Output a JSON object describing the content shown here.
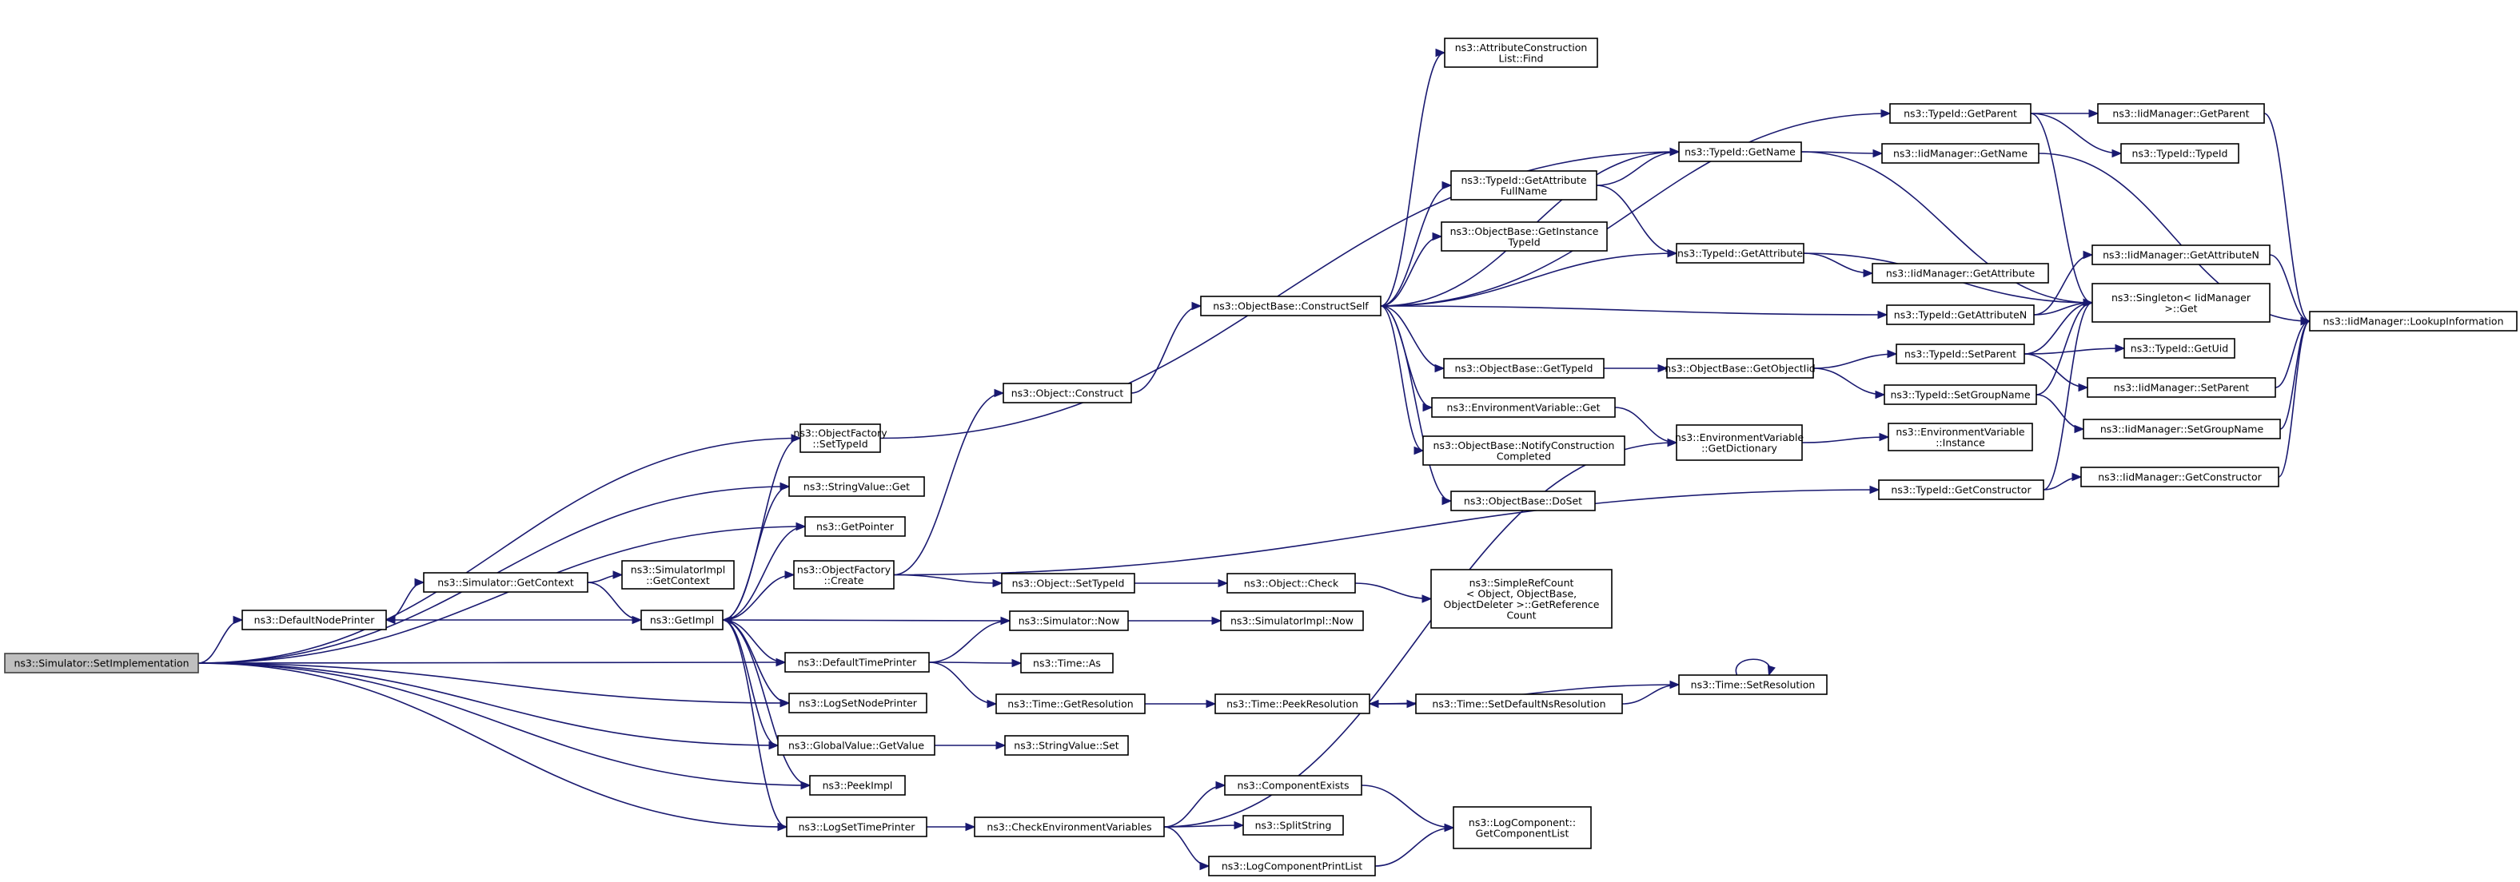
{
  "graph": {
    "edge_color": "#191970",
    "root_fill": "#bfbfbf",
    "nodes": [
      {
        "id": "set_impl",
        "lines": [
          "ns3::Simulator::SetImplementation"
        ],
        "root": true
      },
      {
        "id": "default_node_printer",
        "lines": [
          "ns3::DefaultNodePrinter"
        ]
      },
      {
        "id": "sim_getcontext",
        "lines": [
          "ns3::Simulator::GetContext"
        ]
      },
      {
        "id": "simimpl_getcontext",
        "lines": [
          "ns3::SimulatorImpl",
          "::GetContext"
        ]
      },
      {
        "id": "getimpl",
        "lines": [
          "ns3::GetImpl"
        ]
      },
      {
        "id": "of_settypeid",
        "lines": [
          "ns3::ObjectFactory",
          "::SetTypeId"
        ]
      },
      {
        "id": "stringvalue_get",
        "lines": [
          "ns3::StringValue::Get"
        ]
      },
      {
        "id": "getpointer",
        "lines": [
          "ns3::GetPointer"
        ]
      },
      {
        "id": "of_create",
        "lines": [
          "ns3::ObjectFactory",
          "::Create"
        ]
      },
      {
        "id": "default_time_printer",
        "lines": [
          "ns3::DefaultTimePrinter"
        ]
      },
      {
        "id": "log_set_node_printer",
        "lines": [
          "ns3::LogSetNodePrinter"
        ]
      },
      {
        "id": "globalvalue_getvalue",
        "lines": [
          "ns3::GlobalValue::GetValue"
        ]
      },
      {
        "id": "peekimpl",
        "lines": [
          "ns3::PeekImpl"
        ]
      },
      {
        "id": "log_set_time_printer",
        "lines": [
          "ns3::LogSetTimePrinter"
        ]
      },
      {
        "id": "object_construct",
        "lines": [
          "ns3::Object::Construct"
        ]
      },
      {
        "id": "object_settypeid",
        "lines": [
          "ns3::Object::SetTypeId"
        ]
      },
      {
        "id": "simulator_now",
        "lines": [
          "ns3::Simulator::Now"
        ]
      },
      {
        "id": "time_as",
        "lines": [
          "ns3::Time::As"
        ]
      },
      {
        "id": "time_getresolution",
        "lines": [
          "ns3::Time::GetResolution"
        ]
      },
      {
        "id": "stringvalue_set",
        "lines": [
          "ns3::StringValue::Set"
        ]
      },
      {
        "id": "check_env_vars",
        "lines": [
          "ns3::CheckEnvironmentVariables"
        ]
      },
      {
        "id": "object_check",
        "lines": [
          "ns3::Object::Check"
        ]
      },
      {
        "id": "simimpl_now",
        "lines": [
          "ns3::SimulatorImpl::Now"
        ]
      },
      {
        "id": "time_peekresolution",
        "lines": [
          "ns3::Time::PeekResolution"
        ]
      },
      {
        "id": "component_exists",
        "lines": [
          "ns3::ComponentExists"
        ]
      },
      {
        "id": "split_string",
        "lines": [
          "ns3::SplitString"
        ]
      },
      {
        "id": "log_component_print_list",
        "lines": [
          "ns3::LogComponentPrintList"
        ]
      },
      {
        "id": "objectbase_constructself",
        "lines": [
          "ns3::ObjectBase::ConstructSelf"
        ]
      },
      {
        "id": "simple_ref_count",
        "lines": [
          "ns3::SimpleRefCount",
          "< Object, ObjectBase,",
          " ObjectDeleter >::GetReference",
          "Count"
        ]
      },
      {
        "id": "time_setdefaultnsresolution",
        "lines": [
          "ns3::Time::SetDefaultNsResolution"
        ]
      },
      {
        "id": "logcomponent_getcomponentlist",
        "lines": [
          "ns3::LogComponent::",
          "GetComponentList"
        ]
      },
      {
        "id": "attr_construction_list_find",
        "lines": [
          "ns3::AttributeConstruction",
          "List::Find"
        ]
      },
      {
        "id": "typeid_getattributefullname",
        "lines": [
          "ns3::TypeId::GetAttribute",
          "FullName"
        ]
      },
      {
        "id": "objectbase_getinstancetypeid",
        "lines": [
          "ns3::ObjectBase::GetInstance",
          "TypeId"
        ]
      },
      {
        "id": "objectbase_gettypeid",
        "lines": [
          "ns3::ObjectBase::GetTypeId"
        ]
      },
      {
        "id": "envvar_get",
        "lines": [
          "ns3::EnvironmentVariable::Get"
        ]
      },
      {
        "id": "objectbase_notifyconstructioncompleted",
        "lines": [
          "ns3::ObjectBase::NotifyConstruction",
          "Completed"
        ]
      },
      {
        "id": "objectbase_doset",
        "lines": [
          "ns3::ObjectBase::DoSet"
        ]
      },
      {
        "id": "typeid_getname",
        "lines": [
          "ns3::TypeId::GetName"
        ]
      },
      {
        "id": "typeid_getattribute",
        "lines": [
          "ns3::TypeId::GetAttribute"
        ]
      },
      {
        "id": "objectbase_getobjectiid",
        "lines": [
          "ns3::ObjectBase::GetObjectIid"
        ]
      },
      {
        "id": "envvar_getdictionary",
        "lines": [
          "ns3::EnvironmentVariable",
          "::GetDictionary"
        ]
      },
      {
        "id": "time_setresolution",
        "lines": [
          "ns3::Time::SetResolution"
        ]
      },
      {
        "id": "typeid_getparent",
        "lines": [
          "ns3::TypeId::GetParent"
        ]
      },
      {
        "id": "iidmanager_getname",
        "lines": [
          "ns3::IidManager::GetName"
        ]
      },
      {
        "id": "iidmanager_getattribute",
        "lines": [
          "ns3::IidManager::GetAttribute"
        ]
      },
      {
        "id": "typeid_getattributen",
        "lines": [
          "ns3::TypeId::GetAttributeN"
        ]
      },
      {
        "id": "typeid_setparent",
        "lines": [
          "ns3::TypeId::SetParent"
        ]
      },
      {
        "id": "typeid_setgroupname",
        "lines": [
          "ns3::TypeId::SetGroupName"
        ]
      },
      {
        "id": "envvar_instance",
        "lines": [
          "ns3::EnvironmentVariable",
          "::Instance"
        ]
      },
      {
        "id": "typeid_getconstructor",
        "lines": [
          "ns3::TypeId::GetConstructor"
        ]
      },
      {
        "id": "iidmanager_getparent",
        "lines": [
          "ns3::IidManager::GetParent"
        ]
      },
      {
        "id": "typeid_typeid",
        "lines": [
          "ns3::TypeId::TypeId"
        ]
      },
      {
        "id": "iidmanager_getattributen",
        "lines": [
          "ns3::IidManager::GetAttributeN"
        ]
      },
      {
        "id": "singleton_get",
        "lines": [
          "ns3::Singleton< IidManager",
          " >::Get"
        ]
      },
      {
        "id": "typeid_getuid",
        "lines": [
          "ns3::TypeId::GetUid"
        ]
      },
      {
        "id": "iidmanager_setparent",
        "lines": [
          "ns3::IidManager::SetParent"
        ]
      },
      {
        "id": "iidmanager_setgroupname",
        "lines": [
          "ns3::IidManager::SetGroupName"
        ]
      },
      {
        "id": "iidmanager_getconstructor",
        "lines": [
          "ns3::IidManager::GetConstructor"
        ]
      },
      {
        "id": "iidmanager_lookupinformation",
        "lines": [
          "ns3::IidManager::LookupInformation"
        ]
      }
    ],
    "edges": [
      [
        "set_impl",
        "default_node_printer"
      ],
      [
        "set_impl",
        "of_settypeid"
      ],
      [
        "set_impl",
        "stringvalue_get"
      ],
      [
        "set_impl",
        "getpointer"
      ],
      [
        "set_impl",
        "default_time_printer"
      ],
      [
        "set_impl",
        "log_set_node_printer"
      ],
      [
        "set_impl",
        "globalvalue_getvalue"
      ],
      [
        "set_impl",
        "peekimpl"
      ],
      [
        "set_impl",
        "log_set_time_printer"
      ],
      [
        "default_node_printer",
        "sim_getcontext"
      ],
      [
        "sim_getcontext",
        "simimpl_getcontext"
      ],
      [
        "sim_getcontext",
        "getimpl"
      ],
      [
        "getimpl",
        "default_node_printer"
      ],
      [
        "getimpl",
        "of_settypeid"
      ],
      [
        "getimpl",
        "stringvalue_get"
      ],
      [
        "getimpl",
        "getpointer"
      ],
      [
        "getimpl",
        "of_create"
      ],
      [
        "getimpl",
        "default_time_printer"
      ],
      [
        "getimpl",
        "log_set_node_printer"
      ],
      [
        "getimpl",
        "globalvalue_getvalue"
      ],
      [
        "getimpl",
        "peekimpl"
      ],
      [
        "getimpl",
        "log_set_time_printer"
      ],
      [
        "simulator_now",
        "getimpl"
      ],
      [
        "of_settypeid",
        "typeid_getname"
      ],
      [
        "of_create",
        "object_construct"
      ],
      [
        "of_create",
        "object_settypeid"
      ],
      [
        "of_create",
        "typeid_getconstructor"
      ],
      [
        "object_construct",
        "objectbase_constructself"
      ],
      [
        "object_settypeid",
        "object_check"
      ],
      [
        "object_check",
        "simple_ref_count"
      ],
      [
        "default_time_printer",
        "simulator_now"
      ],
      [
        "default_time_printer",
        "time_as"
      ],
      [
        "default_time_printer",
        "time_getresolution"
      ],
      [
        "simulator_now",
        "simimpl_now"
      ],
      [
        "time_getresolution",
        "time_peekresolution"
      ],
      [
        "globalvalue_getvalue",
        "stringvalue_set"
      ],
      [
        "log_set_time_printer",
        "check_env_vars"
      ],
      [
        "check_env_vars",
        "envvar_getdictionary"
      ],
      [
        "check_env_vars",
        "component_exists"
      ],
      [
        "check_env_vars",
        "split_string"
      ],
      [
        "check_env_vars",
        "log_component_print_list"
      ],
      [
        "component_exists",
        "logcomponent_getcomponentlist"
      ],
      [
        "log_component_print_list",
        "logcomponent_getcomponentlist"
      ],
      [
        "time_setresolution",
        "time_peekresolution"
      ],
      [
        "time_setresolution",
        "time_setresolution"
      ],
      [
        "time_peekresolution",
        "time_setdefaultnsresolution"
      ],
      [
        "time_setdefaultnsresolution",
        "time_setresolution"
      ],
      [
        "objectbase_constructself",
        "attr_construction_list_find"
      ],
      [
        "objectbase_constructself",
        "typeid_getparent"
      ],
      [
        "objectbase_constructself",
        "typeid_getname"
      ],
      [
        "objectbase_constructself",
        "typeid_getattributefullname"
      ],
      [
        "objectbase_constructself",
        "objectbase_getinstancetypeid"
      ],
      [
        "objectbase_constructself",
        "typeid_getattribute"
      ],
      [
        "objectbase_constructself",
        "typeid_getattributen"
      ],
      [
        "objectbase_constructself",
        "objectbase_gettypeid"
      ],
      [
        "objectbase_constructself",
        "envvar_get"
      ],
      [
        "objectbase_constructself",
        "objectbase_notifyconstructioncompleted"
      ],
      [
        "objectbase_constructself",
        "objectbase_doset"
      ],
      [
        "typeid_getattributefullname",
        "typeid_getname"
      ],
      [
        "typeid_getattributefullname",
        "typeid_getattribute"
      ],
      [
        "objectbase_gettypeid",
        "objectbase_getobjectiid"
      ],
      [
        "objectbase_getobjectiid",
        "typeid_setparent"
      ],
      [
        "objectbase_getobjectiid",
        "typeid_setgroupname"
      ],
      [
        "envvar_get",
        "envvar_getdictionary"
      ],
      [
        "envvar_getdictionary",
        "envvar_instance"
      ],
      [
        "typeid_getname",
        "iidmanager_getname"
      ],
      [
        "typeid_getname",
        "singleton_get"
      ],
      [
        "typeid_getattribute",
        "iidmanager_getattribute"
      ],
      [
        "typeid_getattribute",
        "singleton_get"
      ],
      [
        "typeid_getparent",
        "iidmanager_getparent"
      ],
      [
        "typeid_getparent",
        "typeid_typeid"
      ],
      [
        "typeid_getparent",
        "singleton_get"
      ],
      [
        "typeid_getattributen",
        "iidmanager_getattributen"
      ],
      [
        "typeid_getattributen",
        "singleton_get"
      ],
      [
        "typeid_setparent",
        "singleton_get"
      ],
      [
        "typeid_setparent",
        "typeid_getuid"
      ],
      [
        "typeid_setparent",
        "iidmanager_setparent"
      ],
      [
        "typeid_setgroupname",
        "singleton_get"
      ],
      [
        "typeid_setgroupname",
        "iidmanager_setgroupname"
      ],
      [
        "typeid_getconstructor",
        "singleton_get"
      ],
      [
        "typeid_getconstructor",
        "iidmanager_getconstructor"
      ],
      [
        "iidmanager_getparent",
        "iidmanager_lookupinformation"
      ],
      [
        "iidmanager_getname",
        "iidmanager_lookupinformation"
      ],
      [
        "iidmanager_getattributen",
        "iidmanager_lookupinformation"
      ],
      [
        "iidmanager_setparent",
        "iidmanager_lookupinformation"
      ],
      [
        "iidmanager_setgroupname",
        "iidmanager_lookupinformation"
      ],
      [
        "iidmanager_getconstructor",
        "iidmanager_lookupinformation"
      ]
    ]
  }
}
